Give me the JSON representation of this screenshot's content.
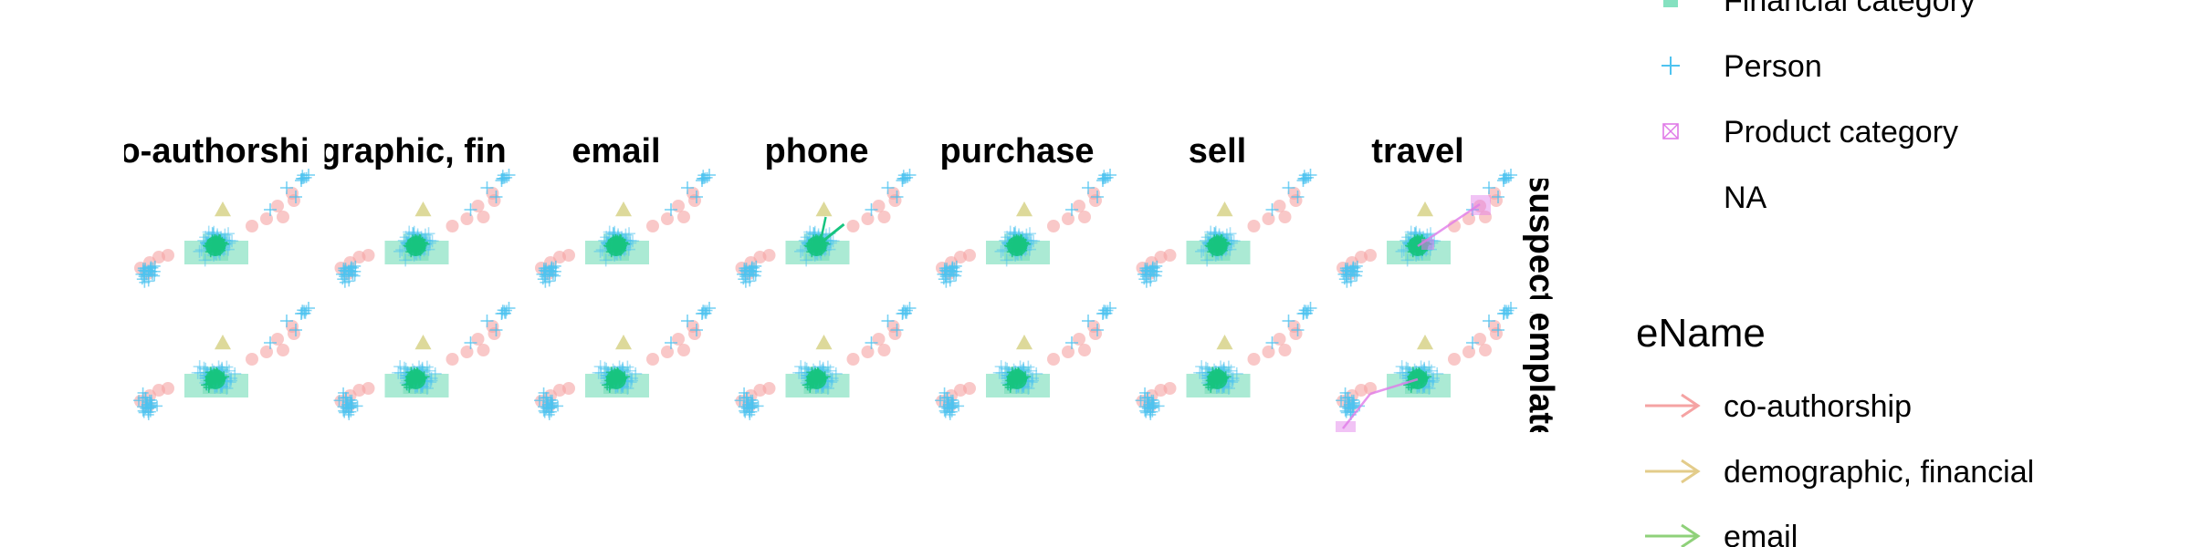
{
  "chart_data": {
    "type": "network-facet",
    "facet_columns": [
      "co-authorship",
      "demographic, financial",
      "email",
      "phone",
      "purchase",
      "sell",
      "travel"
    ],
    "facet_rows": [
      "suspect",
      "template"
    ],
    "node_type_legend": {
      "items": [
        {
          "label": "Financial category",
          "shape": "square",
          "color": "#66d9b0"
        },
        {
          "label": "Person",
          "shape": "plus",
          "color": "#4ec3f0"
        },
        {
          "label": "Product category",
          "shape": "square-cross",
          "color": "#e07ae8"
        },
        {
          "label": "NA",
          "shape": "none",
          "color": "#ffffff"
        }
      ]
    },
    "edge_legend": {
      "title": "eName",
      "items": [
        {
          "label": "co-authorship",
          "color": "#f5a3a3"
        },
        {
          "label": "demographic, financial",
          "color": "#e3cc8a"
        },
        {
          "label": "email",
          "color": "#8fd17a"
        }
      ]
    },
    "node_colors": {
      "document": "#f5a3a3",
      "country": "#d9d58f",
      "financial": "#66d9b0",
      "core": "#17c47f",
      "person": "#4ec3f0",
      "product": "#e07ae8"
    },
    "highlighted_edges": {
      "phone-suspect": "#17c47f",
      "travel-suspect": "#e07ae8",
      "travel-template": "#e07ae8"
    }
  }
}
